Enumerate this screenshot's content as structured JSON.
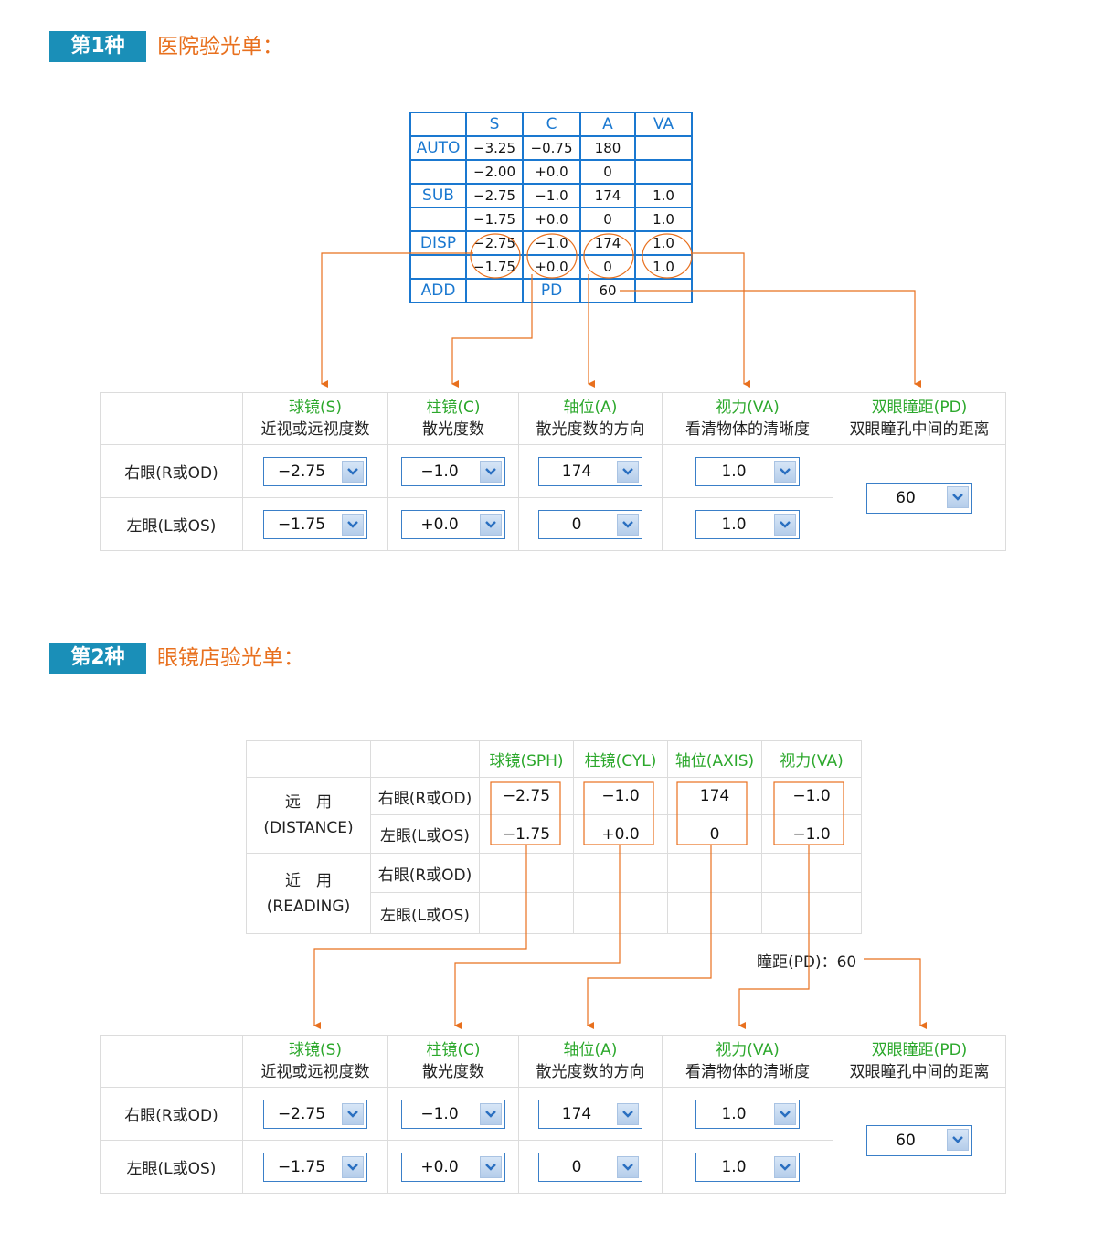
{
  "section1": {
    "badge": "第1种",
    "title": "医院验光单："
  },
  "section2": {
    "badge": "第2种",
    "title": "眼镜店验光单："
  },
  "rx_table": {
    "headers": [
      "",
      "S",
      "C",
      "A",
      "VA"
    ],
    "rows": [
      [
        "AUTO",
        "−3.25",
        "−0.75",
        "180",
        ""
      ],
      [
        "",
        "−2.00",
        "+0.0",
        "0",
        ""
      ],
      [
        "SUB",
        "−2.75",
        "−1.0",
        "174",
        "1.0"
      ],
      [
        "",
        "−1.75",
        "+0.0",
        "0",
        "1.0"
      ],
      [
        "DISP",
        "−2.75",
        "−1.0",
        "174",
        "1.0"
      ],
      [
        "",
        "−1.75",
        "+0.0",
        "0",
        "1.0"
      ],
      [
        "ADD",
        "",
        "PD",
        "60",
        ""
      ]
    ]
  },
  "form": {
    "headers": [
      {
        "green": "球镜(S)",
        "black": "近视或远视度数"
      },
      {
        "green": "柱镜(C)",
        "black": "散光度数"
      },
      {
        "green": "轴位(A)",
        "black": "散光度数的方向"
      },
      {
        "green": "视力(VA)",
        "black": "看清物体的清晰度"
      },
      {
        "green": "双眼瞳距(PD)",
        "black": "双眼瞳孔中间的距离"
      }
    ],
    "right_label": "右眼(R或OD)",
    "left_label": "左眼(L或OS)",
    "right_values": [
      "−2.75",
      "−1.0",
      "174",
      "1.0"
    ],
    "left_values": [
      "−1.75",
      "+0.0",
      "0",
      "1.0"
    ],
    "pd_value": "60"
  },
  "shop_table": {
    "headers": [
      "球镜(SPH)",
      "柱镜(CYL)",
      "轴位(AXIS)",
      "视力(VA)"
    ],
    "distance_label": "远　用",
    "distance_sub": "(DISTANCE)",
    "reading_label": "近　用",
    "reading_sub": "(READING)",
    "right_label": "右眼(R或OD)",
    "left_label": "左眼(L或OS)",
    "dist_right": [
      "−2.75",
      "−1.0",
      "174",
      "−1.0"
    ],
    "dist_left": [
      "−1.75",
      "+0.0",
      "0",
      "−1.0"
    ]
  },
  "pd_note": "瞳距(PD)：60"
}
